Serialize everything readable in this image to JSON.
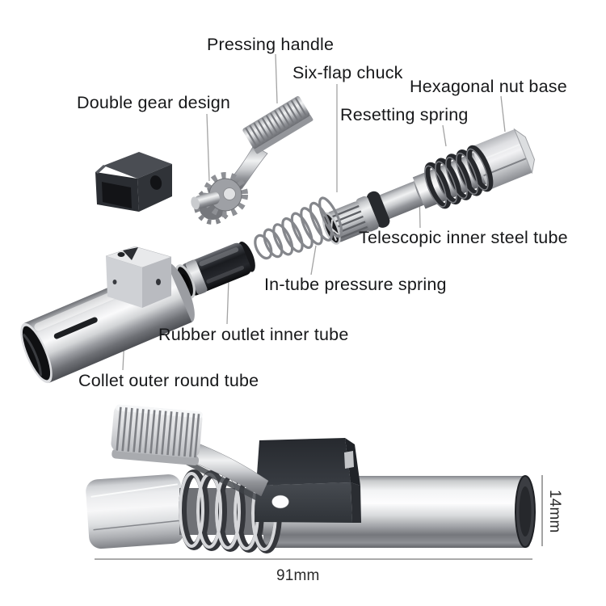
{
  "palette": {
    "bg": "#ffffff",
    "text": "#17181a",
    "leader": "#a3a3a3",
    "dim": "#8d8d8d",
    "metal_light": "#f2f3f4",
    "metal_mid": "#c6c8cb",
    "metal_dark": "#6b6d72",
    "rubber_black": "#1a1c20",
    "block_black": "#33373c"
  },
  "labels": {
    "pressing_handle": "Pressing handle",
    "six_flap_chuck": "Six-flap chuck",
    "hexagonal_nut_base": "Hexagonal nut base",
    "double_gear_design": "Double gear design",
    "resetting_spring": "Resetting spring",
    "telescopic_inner_steel_tube": "Telescopic inner steel tube",
    "in_tube_pressure_spring": "In-tube pressure spring",
    "rubber_outlet_inner_tube": "Rubber outlet inner tube",
    "collet_outer_round_tube": "Collet outer round tube"
  },
  "dimensions": {
    "length": "91mm",
    "diameter": "14mm"
  }
}
